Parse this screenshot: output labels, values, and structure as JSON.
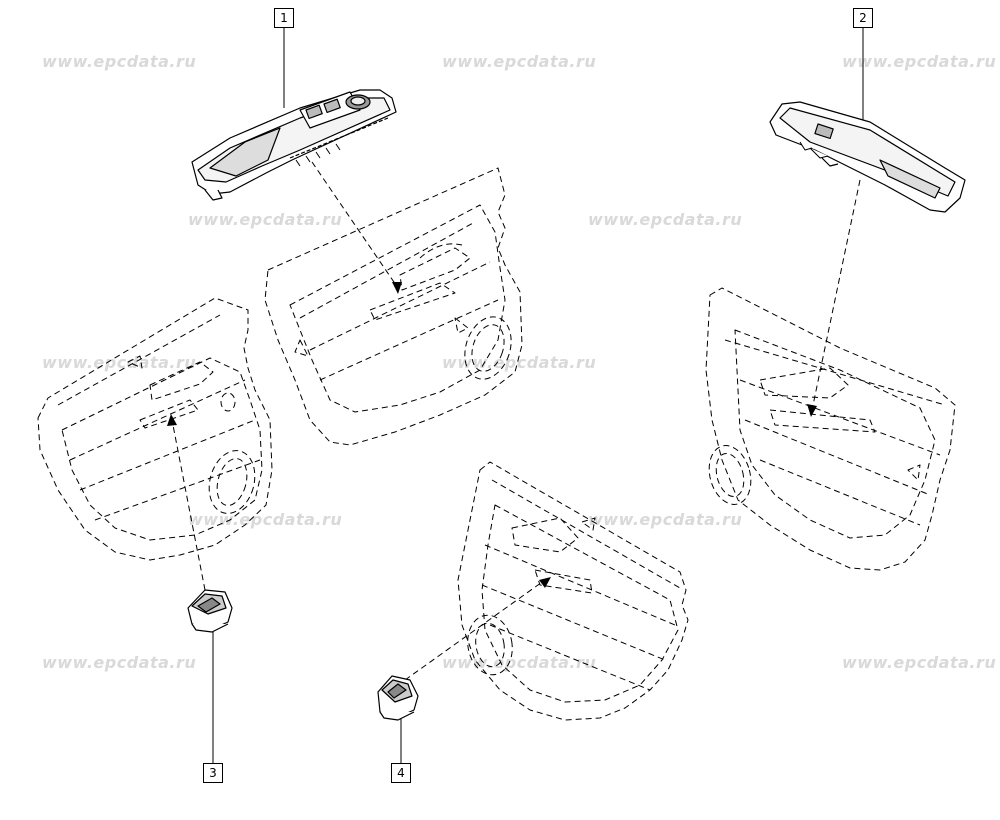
{
  "watermark_text": "www.epcdata.ru",
  "callouts": [
    {
      "number": "1"
    },
    {
      "number": "2"
    },
    {
      "number": "3"
    },
    {
      "number": "4"
    }
  ],
  "colors": {
    "line": "#000000",
    "watermark": "#d9d9d9",
    "part_fill": "#ffffff"
  }
}
